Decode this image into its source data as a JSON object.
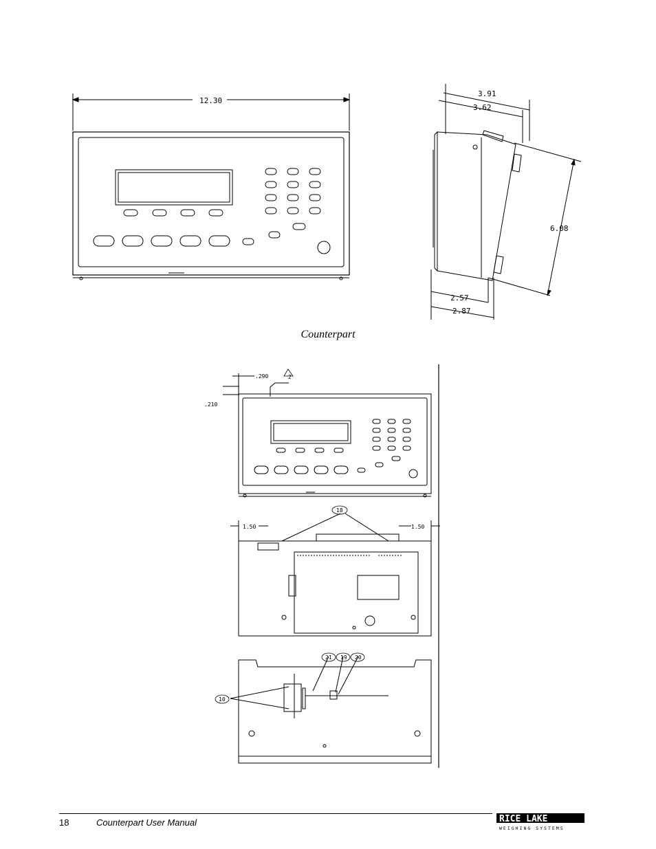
{
  "figure1": {
    "front_dims": {
      "width": "12.30"
    },
    "side_dims": {
      "top_outer": "3.91",
      "top_inner": "3.62",
      "height": "6.08",
      "bottom_inner": "2.57",
      "bottom_outer": "2.87"
    },
    "caption": "Counterpart"
  },
  "figure2": {
    "callouts": {
      "c2": "2",
      "c18": "18",
      "c21": "21",
      "c19": "19",
      "c20": "20",
      "c10": "10"
    },
    "dims": {
      "d290": ".290",
      "d210": ".210",
      "left_150": "1.50",
      "right_150": "1.50"
    }
  },
  "footer": {
    "page_number": "18",
    "doc_title": "Counterpart User Manual",
    "logo_text": "RICE LAKE",
    "logo_sub": "WEIGHING SYSTEMS"
  }
}
